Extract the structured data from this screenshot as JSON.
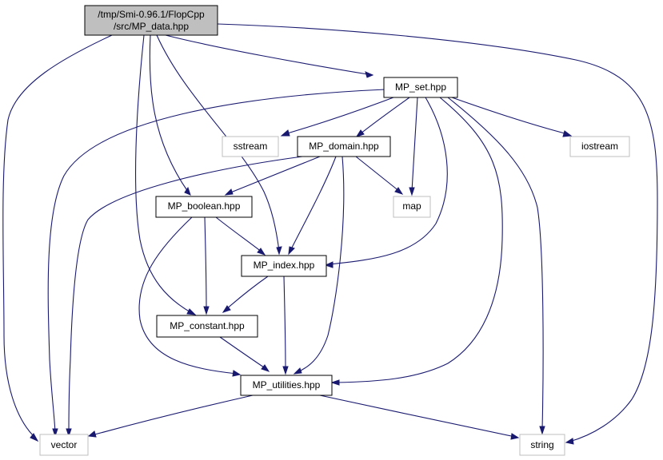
{
  "graph": {
    "root": {
      "line1": "/tmp/Smi-0.96.1/FlopCpp",
      "line2": "/src/MP_data.hpp"
    },
    "nodes": {
      "mp_set": "MP_set.hpp",
      "sstream": "sstream",
      "mp_domain": "MP_domain.hpp",
      "iostream": "iostream",
      "mp_boolean": "MP_boolean.hpp",
      "map": "map",
      "mp_index": "MP_index.hpp",
      "mp_constant": "MP_constant.hpp",
      "mp_utilities": "MP_utilities.hpp",
      "vector": "vector",
      "string": "string"
    },
    "edges": [
      [
        "mp_data",
        "mp_set"
      ],
      [
        "mp_data",
        "vector"
      ],
      [
        "mp_data",
        "string"
      ],
      [
        "mp_data",
        "mp_boolean"
      ],
      [
        "mp_data",
        "mp_index"
      ],
      [
        "mp_data",
        "mp_constant"
      ],
      [
        "mp_set",
        "sstream"
      ],
      [
        "mp_set",
        "mp_domain"
      ],
      [
        "mp_set",
        "iostream"
      ],
      [
        "mp_set",
        "map"
      ],
      [
        "mp_set",
        "vector"
      ],
      [
        "mp_set",
        "string"
      ],
      [
        "mp_set",
        "mp_index"
      ],
      [
        "mp_set",
        "mp_utilities"
      ],
      [
        "mp_domain",
        "mp_boolean"
      ],
      [
        "mp_domain",
        "map"
      ],
      [
        "mp_domain",
        "vector"
      ],
      [
        "mp_domain",
        "mp_index"
      ],
      [
        "mp_domain",
        "mp_utilities"
      ],
      [
        "mp_boolean",
        "mp_index"
      ],
      [
        "mp_boolean",
        "mp_constant"
      ],
      [
        "mp_boolean",
        "mp_utilities"
      ],
      [
        "mp_index",
        "mp_constant"
      ],
      [
        "mp_index",
        "mp_utilities"
      ],
      [
        "mp_constant",
        "mp_utilities"
      ],
      [
        "mp_utilities",
        "vector"
      ],
      [
        "mp_utilities",
        "string"
      ]
    ]
  }
}
